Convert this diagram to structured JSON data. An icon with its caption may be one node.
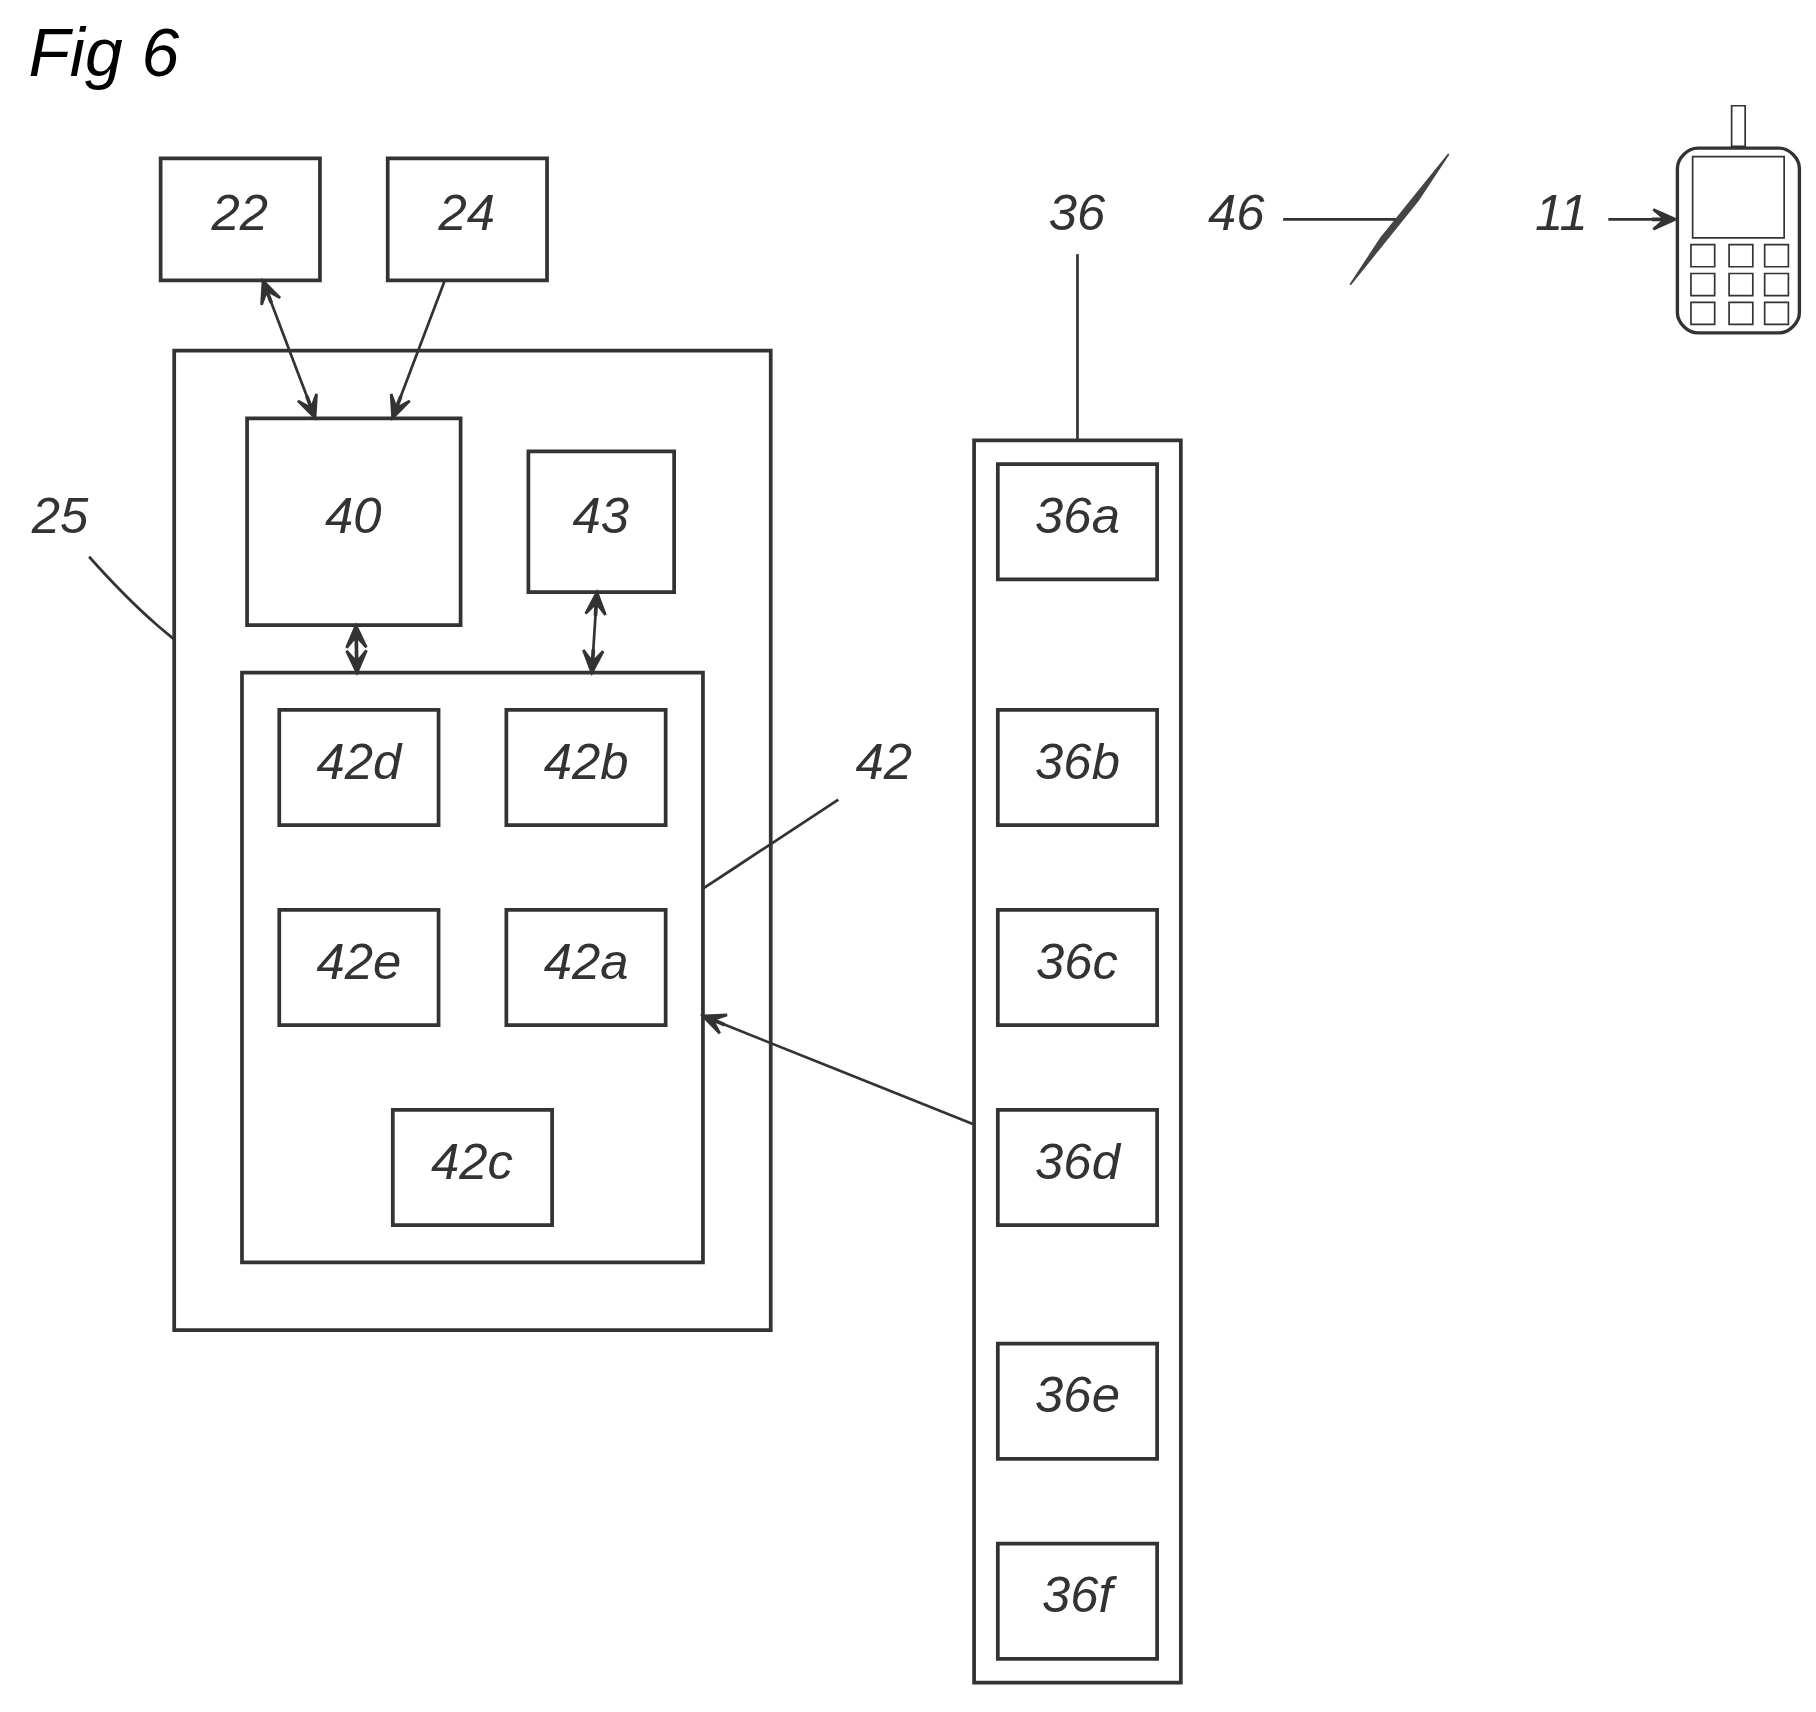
{
  "diagram": {
    "title": "Fig 6",
    "nodes": [
      {
        "text": [],
        "shape": "picture"
      },
      {
        "text": [
          "11"
        ]
      },
      {
        "text": [
          "46"
        ]
      },
      {
        "text": [],
        "shape": "line"
      },
      {
        "text": [
          "24"
        ]
      },
      {
        "text": [
          "36"
        ]
      },
      {
        "text": [],
        "shape": "box"
      },
      {
        "text": [
          "40"
        ],
        "in": 6
      },
      {
        "text": [
          "43"
        ],
        "in": 6
      },
      {
        "text": [],
        "shape": "box",
        "in": 6
      },
      {
        "text": [
          "42d"
        ],
        "in": 9
      },
      {
        "text": [
          "42b"
        ],
        "in": 9
      },
      {
        "text": [
          "42e"
        ],
        "in": 9
      },
      {
        "text": [
          "42a"
        ],
        "in": 9
      },
      {
        "text": [
          "42c"
        ],
        "in": 9
      },
      {
        "text": [],
        "shape": "box"
      },
      {
        "text": [
          "36a"
        ],
        "in": 15
      },
      {
        "text": [
          "36b"
        ],
        "in": 15
      },
      {
        "text": [
          "36c"
        ],
        "in": 15
      },
      {
        "text": [
          "36d"
        ],
        "in": 15
      },
      {
        "text": [
          "36e"
        ],
        "in": 15
      },
      {
        "text": [
          "36f"
        ],
        "in": 15
      },
      {
        "text": [
          "22"
        ]
      },
      {
        "text": [
          "25"
        ]
      },
      {
        "text": [
          "42"
        ]
      }
    ],
    "edges": [
      {
        "from": 1,
        "to": 0,
        "arrow": "to"
      },
      {
        "from": 2,
        "to": 3,
        "arrow": "none"
      },
      {
        "from": 5,
        "to": 15,
        "arrow": "none"
      },
      {
        "from": 4,
        "to": 7,
        "arrow": "to"
      },
      {
        "from": 22,
        "to": 7,
        "arrow": "both"
      },
      {
        "from": 7,
        "to": 9,
        "arrow": "both"
      },
      {
        "from": 8,
        "to": 9,
        "arrow": "both"
      },
      {
        "from": 15,
        "to": 9,
        "arrow": "to"
      },
      {
        "from": 23,
        "to": 6,
        "arrow": "none"
      },
      {
        "from": 24,
        "to": 9,
        "arrow": "none"
      }
    ]
  }
}
